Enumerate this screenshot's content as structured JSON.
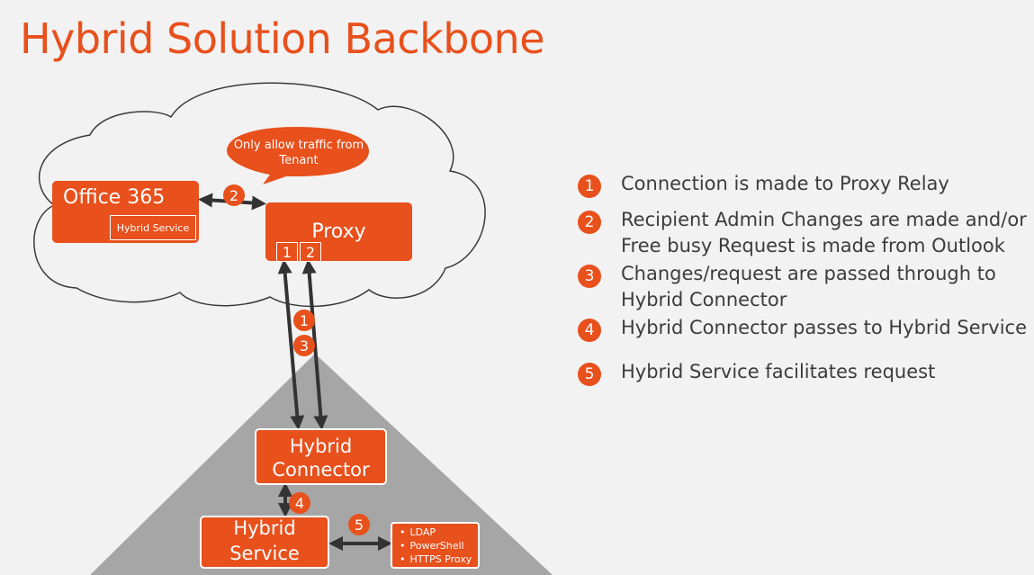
{
  "title": "Hybrid Solution Backbone",
  "callout": {
    "text": "Only allow traffic from Tenant"
  },
  "office365": {
    "label": "Office 365",
    "inner_label": "Hybrid Service"
  },
  "proxy": {
    "label": "Proxy",
    "ports": [
      "1",
      "2"
    ]
  },
  "hybrid_connector": {
    "label": "Hybrid Connector"
  },
  "hybrid_service": {
    "label": "Hybrid Service"
  },
  "protocols": [
    "LDAP",
    "PowerShell",
    "HTTPS Proxy"
  ],
  "step_badges": {
    "cloud_link": "2",
    "proxy_in": "1",
    "proxy_return": "3",
    "connector_to_service": "4",
    "service_to_protocols": "5"
  },
  "legend": [
    {
      "num": "1",
      "text": "Connection is made to Proxy Relay"
    },
    {
      "num": "2",
      "text": "Recipient Admin Changes are made and/or\nFree busy Request is made from Outlook"
    },
    {
      "num": "3",
      "text": "Changes/request are passed through to\nHybrid Connector"
    },
    {
      "num": "4",
      "text": "Hybrid Connector passes to Hybrid Service"
    },
    {
      "num": "5",
      "text": "Hybrid Service facilitates request"
    }
  ],
  "colors": {
    "accent": "#e8501c",
    "background": "#f2f2f2",
    "mountain": "#a6a6a6",
    "text": "#3c3c3c"
  }
}
